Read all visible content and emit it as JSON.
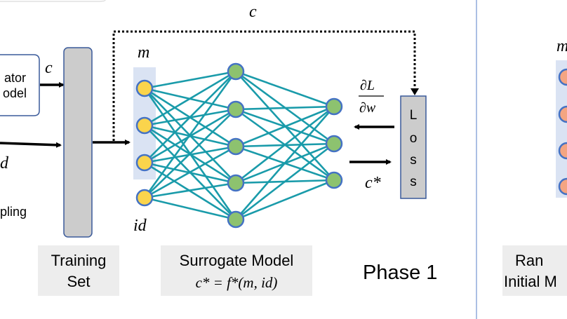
{
  "labels": {
    "top_c": "c",
    "sim_line1": "ator",
    "sim_line2": "odel",
    "arrow_c": "c",
    "arrow_d": "d",
    "sampling": "pling",
    "input_m": "m",
    "input_id": "id",
    "grad_num": "∂L",
    "grad_den": "∂w",
    "output_c": "c*",
    "loss_letters": [
      "L",
      "o",
      "s",
      "s"
    ],
    "training_line1": "Training",
    "training_line2": "Set",
    "surrogate_title": "Surrogate Model",
    "surrogate_formula": "c* = f*(m,  id)",
    "phase": "Phase 1",
    "right_m": "m",
    "right_line1": "Ran",
    "right_line2": "Initial M"
  },
  "network": {
    "layers": [
      4,
      5,
      3
    ],
    "colors": {
      "input_fill": "#FAD44C",
      "node_fill": "#8DC26F",
      "node_stroke": "#4472C4",
      "edge": "#1A9BAA",
      "input_band": "#DAE3F3",
      "right_node_fill": "#F4A582"
    }
  },
  "colors": {
    "bar_fill": "#CCCCCC",
    "bar_stroke": "#3A5A9A",
    "label_box": "#EDEDED",
    "divider": "#8FAADC"
  }
}
